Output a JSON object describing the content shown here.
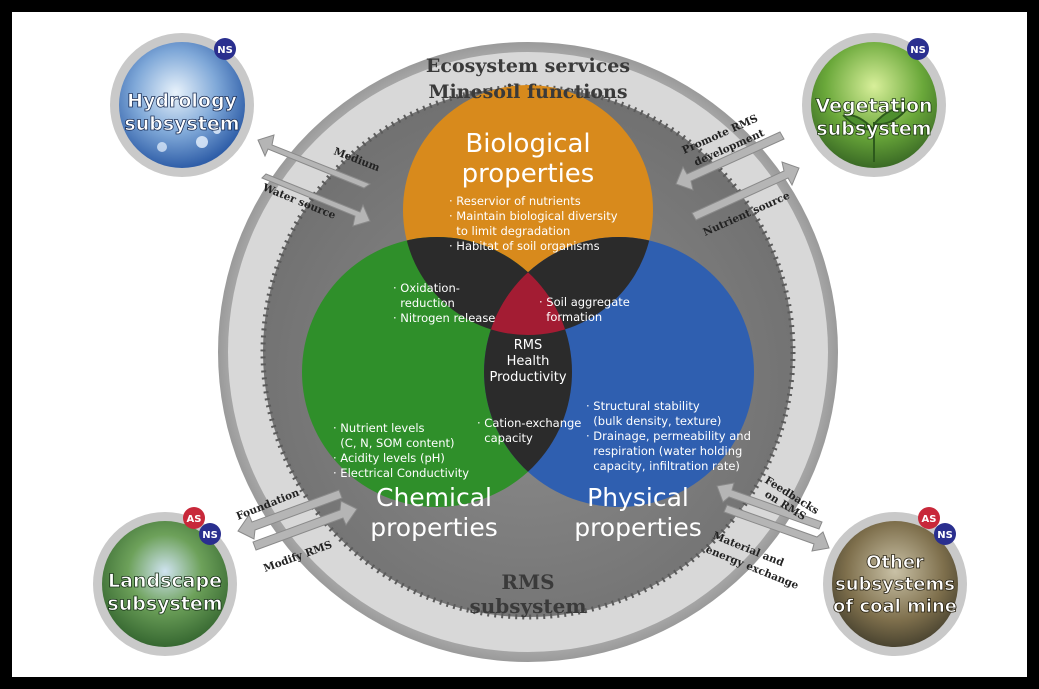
{
  "outer_ring": {
    "top_line_1": "Ecosystem services",
    "top_line_2": "Minesoil functions",
    "bottom_line_1": "RMS",
    "bottom_line_2": "subsystem"
  },
  "colors": {
    "biological": "#d88a1c",
    "chemical": "#2f8f2a",
    "physical": "#2f5fb0",
    "overlap": "#2b2b2b",
    "center": "#a31c33",
    "ring": "#b7b7b7",
    "ns_badge": "#2a2f8f",
    "as_badge": "#c8283a"
  },
  "biological": {
    "title_1": "Biological",
    "title_2": "properties",
    "items": [
      "· Reservior of nutrients",
      "· Maintain biological diversity",
      "  to limit degradation",
      "· Habitat of soil organisms"
    ]
  },
  "chemical": {
    "title_1": "Chemical",
    "title_2": "properties",
    "items": [
      "· Nutrient levels",
      "  (C, N, SOM content)",
      "· Acidity levels (pH)",
      "· Electrical Conductivity"
    ]
  },
  "physical": {
    "title_1": "Physical",
    "title_2": "properties",
    "items": [
      "· Structural stability",
      "  (bulk density, texture)",
      "· Drainage, permeability and",
      "  respiration (water holding",
      "  capacity, infiltration rate)"
    ]
  },
  "overlaps": {
    "bio_chem": [
      "· Oxidation-",
      "  reduction",
      "· Nitrogen release"
    ],
    "bio_phys": [
      "· Soil aggregate",
      "  formation"
    ],
    "chem_phys": [
      "· Cation-exchange",
      "  capacity"
    ],
    "center": [
      "RMS",
      "Health",
      "Productivity"
    ]
  },
  "subsystems": {
    "hydrology": {
      "line_1": "Hydrology",
      "line_2": "subsystem",
      "badges": [
        "NS"
      ]
    },
    "vegetation": {
      "line_1": "Vegetation",
      "line_2": "subsystem",
      "badges": [
        "NS"
      ]
    },
    "landscape": {
      "line_1": "Landscape",
      "line_2": "subsystem",
      "badges": [
        "AS",
        "NS"
      ]
    },
    "other": {
      "line_1": "Other",
      "line_2": "subsystems",
      "line_3": "of coal mine",
      "badges": [
        "AS",
        "NS"
      ]
    }
  },
  "arrows": {
    "medium": "Medium",
    "water_source": "Water source",
    "promote_1": "Promote RMS",
    "promote_2": "development",
    "nutrient_source": "Nutrient source",
    "foundation": "Foundation",
    "modify_rms": "Modify RMS",
    "feedbacks_1": "Feedbacks",
    "feedbacks_2": "on RMS",
    "material_1": "Material and",
    "material_2": "energy exchange"
  }
}
